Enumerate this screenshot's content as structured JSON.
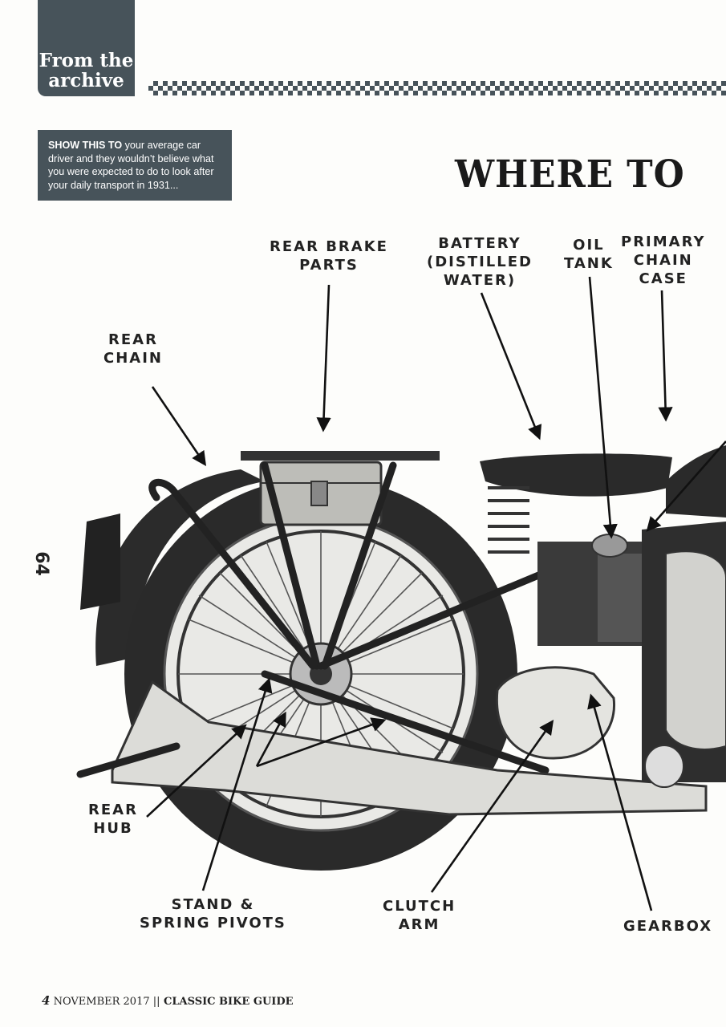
{
  "header": {
    "tab_line1": "From the",
    "tab_line2": "archive"
  },
  "intro": {
    "lead": "SHOW THIS TO",
    "text": " your average car driver and they wouldn’t believe what you were expected to do to look after your daily transport in 1931..."
  },
  "headline": "WHERE  TO",
  "labels": {
    "rear_brake": "REAR BRAKE\nPARTS",
    "battery": "BATTERY\n(DISTILLED\nWATER)",
    "oil_tank": "OIL\nTANK",
    "primary_chain": "PRIMARY\nCHAIN\nCASE",
    "rear_chain": "REAR\nCHAIN",
    "rear_hub": "REAR\nHUB",
    "stand": "STAND &\nSPRING PIVOTS",
    "clutch": "CLUTCH\nARM",
    "gearbox": "GEARBOX"
  },
  "page_number": "64",
  "footer": {
    "page": "4",
    "date": " NOVEMBER 2017 ",
    "sep": "||",
    "magazine": " CLASSIC BIKE GUIDE"
  },
  "colors": {
    "accent": "#47535a"
  }
}
